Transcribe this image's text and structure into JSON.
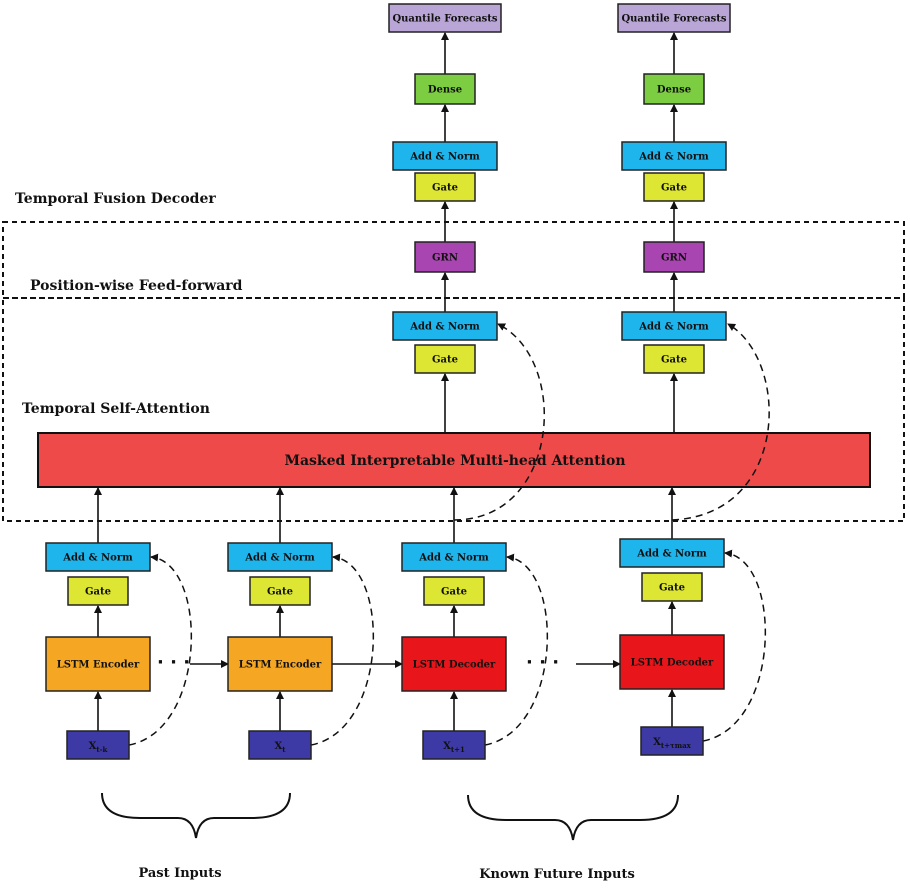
{
  "sections": {
    "fusion_decoder": "Temporal Fusion Decoder",
    "feed_forward": "Position-wise Feed-forward",
    "self_attention": "Temporal Self-Attention"
  },
  "attention": {
    "label": "Masked Interpretable Multi-head Attention"
  },
  "output_columns": [
    {
      "quantile": "Quantile Forecasts",
      "dense": "Dense",
      "add_norm_top": "Add & Norm",
      "gate_top": "Gate",
      "grn": "GRN",
      "add_norm_mid": "Add & Norm",
      "gate_mid": "Gate"
    },
    {
      "quantile": "Quantile Forecasts",
      "dense": "Dense",
      "add_norm_top": "Add & Norm",
      "gate_top": "Gate",
      "grn": "GRN",
      "add_norm_mid": "Add & Norm",
      "gate_mid": "Gate"
    }
  ],
  "input_columns": [
    {
      "add_norm": "Add & Norm",
      "gate": "Gate",
      "lstm": "LSTM Encoder",
      "input_base": "X",
      "input_sub": "t-k"
    },
    {
      "add_norm": "Add & Norm",
      "gate": "Gate",
      "lstm": "LSTM Encoder",
      "input_base": "X",
      "input_sub": "t"
    },
    {
      "add_norm": "Add & Norm",
      "gate": "Gate",
      "lstm": "LSTM Decoder",
      "input_base": "X",
      "input_sub": "t+1"
    },
    {
      "add_norm": "Add & Norm",
      "gate": "Gate",
      "lstm": "LSTM Decoder",
      "input_base": "X",
      "input_sub": "t+τmax"
    }
  ],
  "ellipsis": "· · ·",
  "groups": {
    "past": "Past Inputs",
    "future": "Known Future Inputs"
  },
  "colors": {
    "add_norm": "#1eb4ec",
    "gate": "#dde632",
    "dense": "#7ccd41",
    "quantile": "#b9a5d6",
    "grn": "#a845b0",
    "grn_text": "#3b1240",
    "attention": "#ef4a4a",
    "encoder": "#f5a623",
    "decoder": "#e8161b",
    "input": "#3d3aa6",
    "input_text": "#ffffff"
  }
}
